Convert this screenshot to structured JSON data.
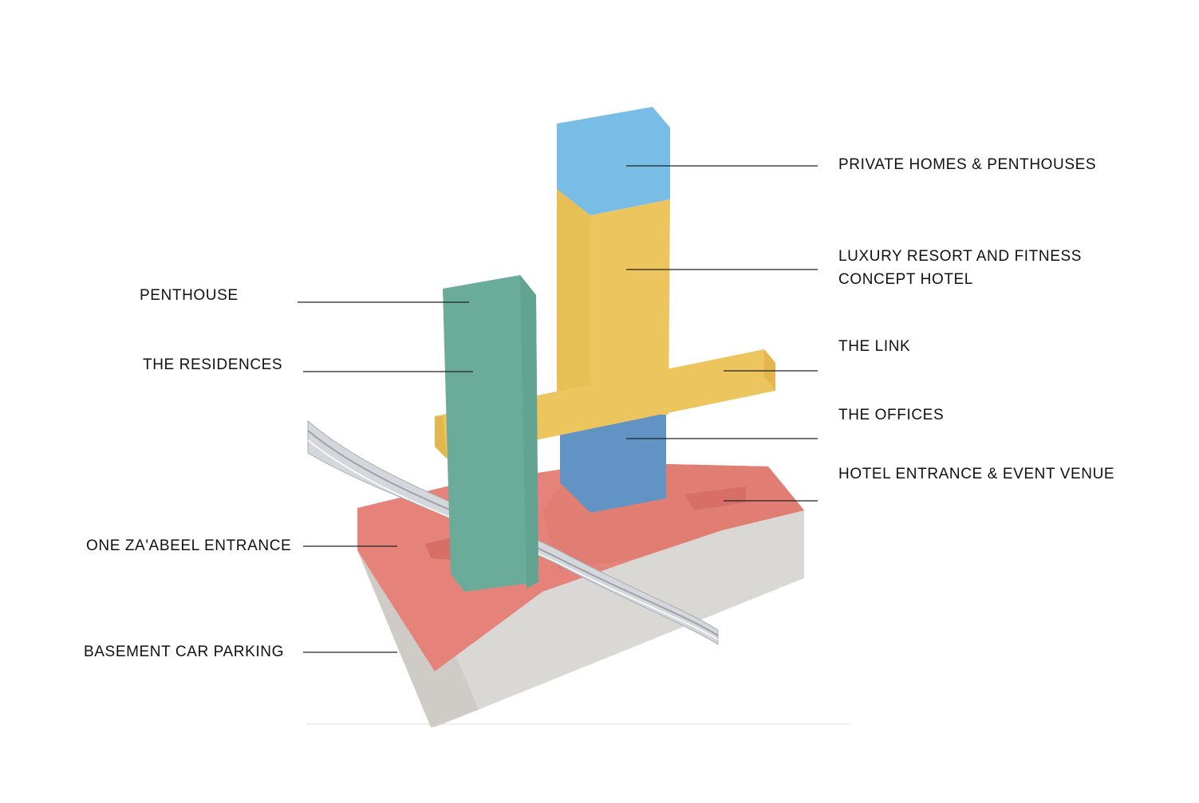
{
  "labels": {
    "private_homes": "PRIVATE HOMES & PENTHOUSES",
    "luxury_resort_line1": "LUXURY RESORT AND FITNESS",
    "luxury_resort_line2": "CONCEPT HOTEL",
    "the_link": "THE LINK",
    "the_offices": "THE OFFICES",
    "hotel_entrance": "HOTEL ENTRANCE  & EVENT VENUE",
    "penthouse": "PENTHOUSE",
    "the_residences": "THE RESIDENCES",
    "one_zaabeel_entrance": "ONE ZA'ABEEL ENTRANCE",
    "basement_car_parking": "BASEMENT CAR PARKING"
  },
  "colors": {
    "private_homes": "#78bde6",
    "hotel": "#ecc55e",
    "residences": "#6aab99",
    "offices": "#6193c4",
    "podium": "#e5837a",
    "basement": "#dad8d5",
    "rail": "#d4d7dc"
  }
}
